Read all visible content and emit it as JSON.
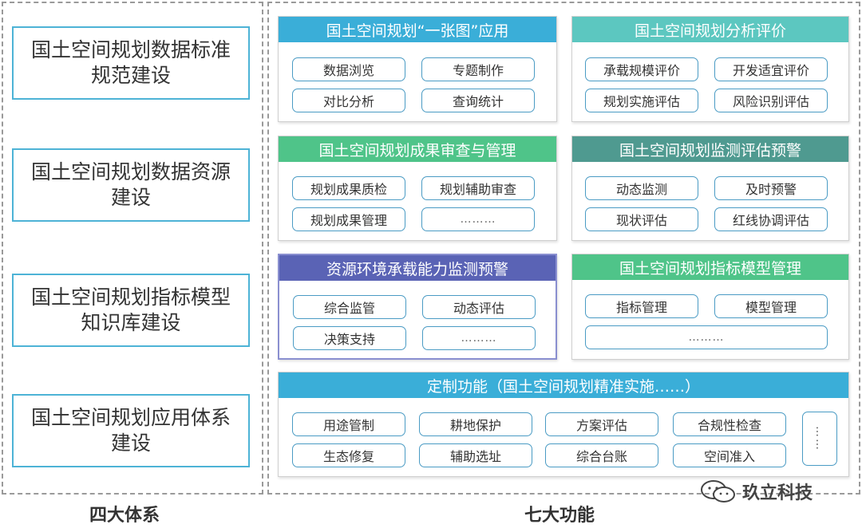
{
  "left": {
    "boxes": [
      "国土空间规划数据标准规范建设",
      "国土空间规划数据资源建设",
      "国土空间规划指标模型知识库建设",
      "国土空间规划应用体系建设"
    ],
    "caption": "四大体系"
  },
  "right": {
    "caption": "七大功能",
    "panels": [
      {
        "title": "国土空间规划“一张图”应用",
        "items": [
          "数据浏览",
          "专题制作",
          "对比分析",
          "查询统计"
        ]
      },
      {
        "title": "国土空间规划分析评价",
        "items": [
          "承载规模评价",
          "开发适宜评价",
          "规划实施评估",
          "风险识别评估"
        ]
      },
      {
        "title": "国土空间规划成果审查与管理",
        "items": [
          "规划成果质检",
          "规划辅助审查",
          "规划成果管理",
          "………"
        ]
      },
      {
        "title": "国土空间规划监测评估预警",
        "items": [
          "动态监测",
          "及时预警",
          "现状评估",
          "红线协调评估"
        ]
      },
      {
        "title": "资源环境承载能力监测预警",
        "items": [
          "综合监管",
          "动态评估",
          "决策支持",
          "………"
        ]
      },
      {
        "title": "国土空间规划指标模型管理",
        "items": [
          "指标管理",
          "模型管理",
          "………"
        ]
      }
    ],
    "custom": {
      "title": "定制功能（国土空间规划精准实施……）",
      "items": [
        "用途管制",
        "耕地保护",
        "方案评估",
        "合规性检查",
        "生态修复",
        "辅助选址",
        "综合台账",
        "空间准入"
      ],
      "more": "……"
    }
  },
  "watermark": "玖立科技",
  "colors": {
    "blue": "#3aaed8",
    "teal": "#5cc7c0",
    "green": "#4fc489",
    "darkteal": "#4f9a90",
    "purple": "#5a63b5"
  }
}
